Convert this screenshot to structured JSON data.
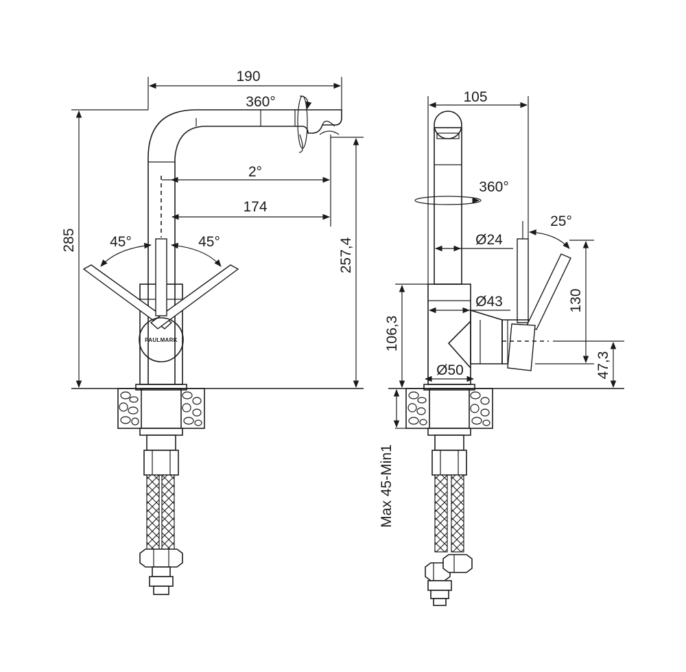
{
  "brand_logo": "PAULMARK",
  "front_view": {
    "width_top": "190",
    "rotation_spout": "360°",
    "angle_spray": "2°",
    "reach": "174",
    "handle_left_angle": "45°",
    "handle_right_angle": "45°",
    "total_height": "285",
    "spout_height": "257,4"
  },
  "side_view": {
    "depth": "105",
    "rotation_body": "360°",
    "lever_angle": "25°",
    "tube_diameter": "Ø24",
    "body_diameter": "Ø43",
    "base_diameter": "Ø50",
    "body_height": "106,3",
    "lever_length": "130",
    "lever_axis_height": "47,3",
    "countertop_thickness": "Max 45-Min1"
  }
}
